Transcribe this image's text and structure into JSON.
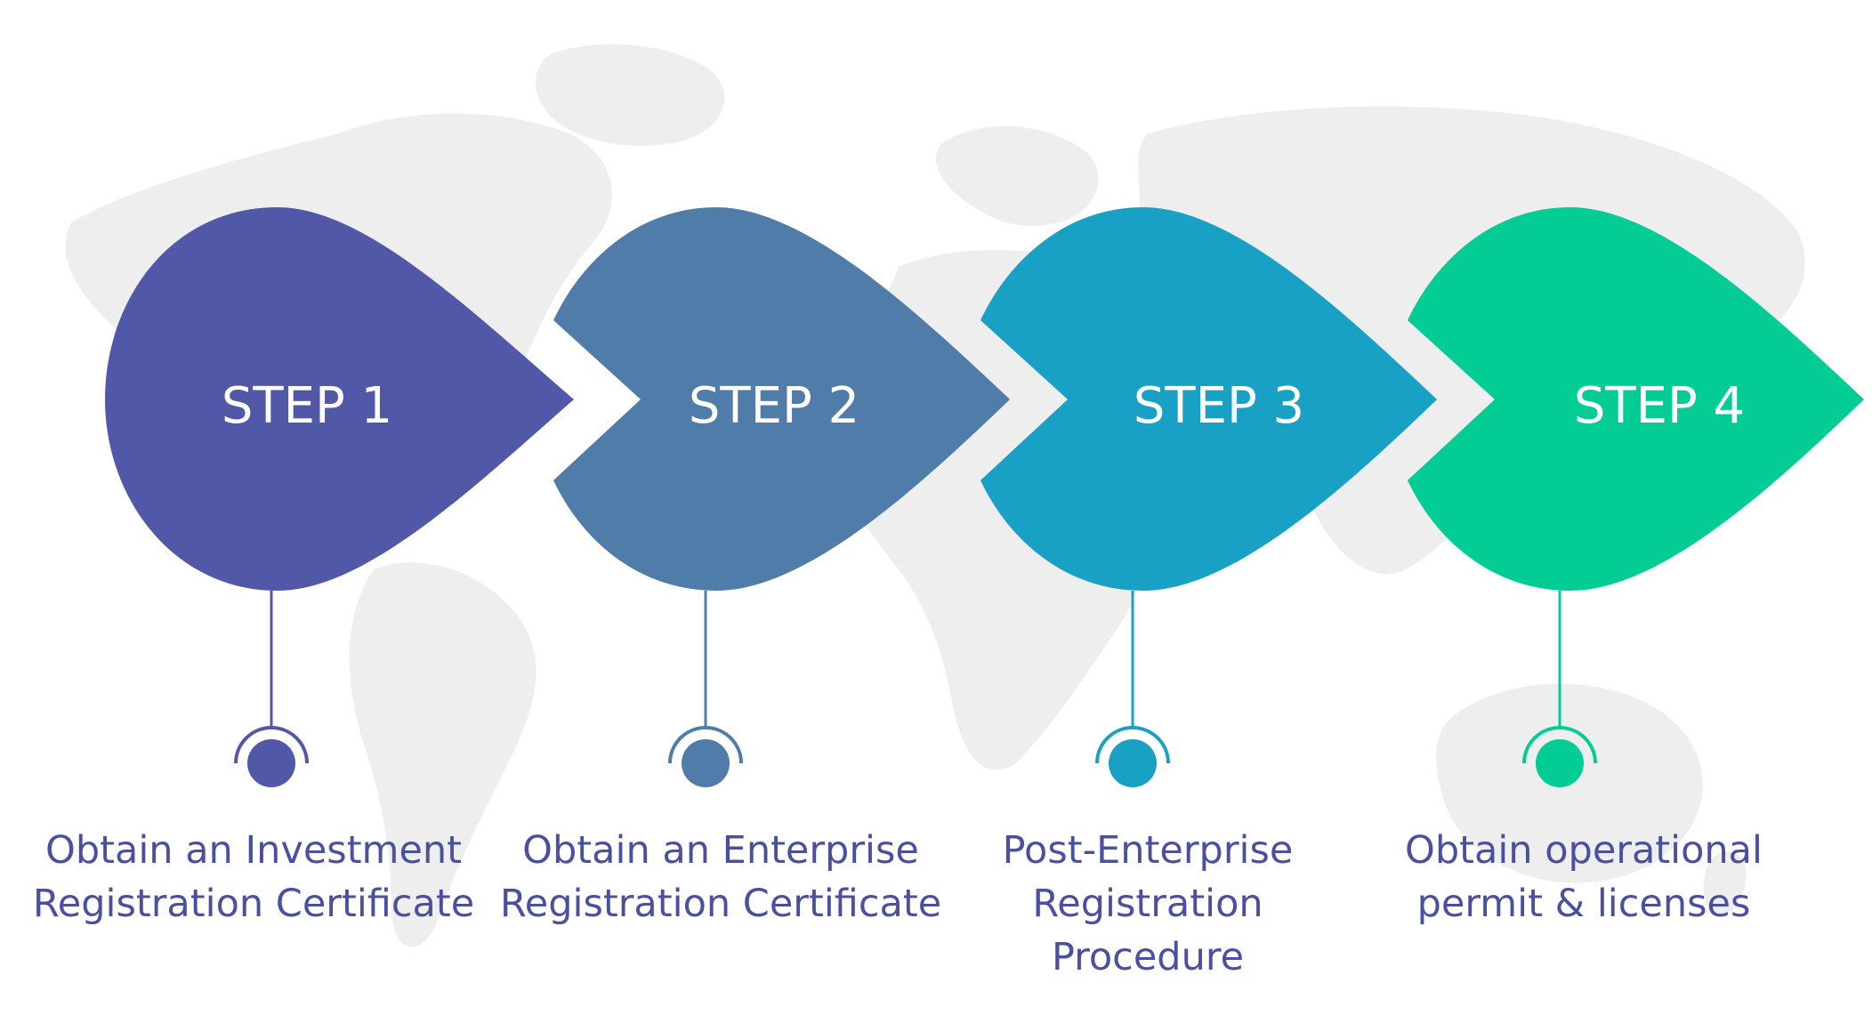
{
  "steps": [
    {
      "label": "STEP 1",
      "color": "#5258a8",
      "description": [
        "Obtain an Investment",
        "Registration Certificate"
      ]
    },
    {
      "label": "STEP 2",
      "color": "#4f7ca8",
      "description": [
        "Obtain an Enterprise",
        "Registration Certificate"
      ]
    },
    {
      "label": "STEP 3",
      "color": "#18a1c4",
      "description": [
        "Post-Enterprise",
        "Registration",
        "Procedure"
      ]
    },
    {
      "label": "STEP 4",
      "color": "#03cc95",
      "description": [
        "Obtain operational",
        "permit & licenses"
      ]
    }
  ],
  "text_color": "#4a50a0",
  "map_color": "#eeeeee"
}
